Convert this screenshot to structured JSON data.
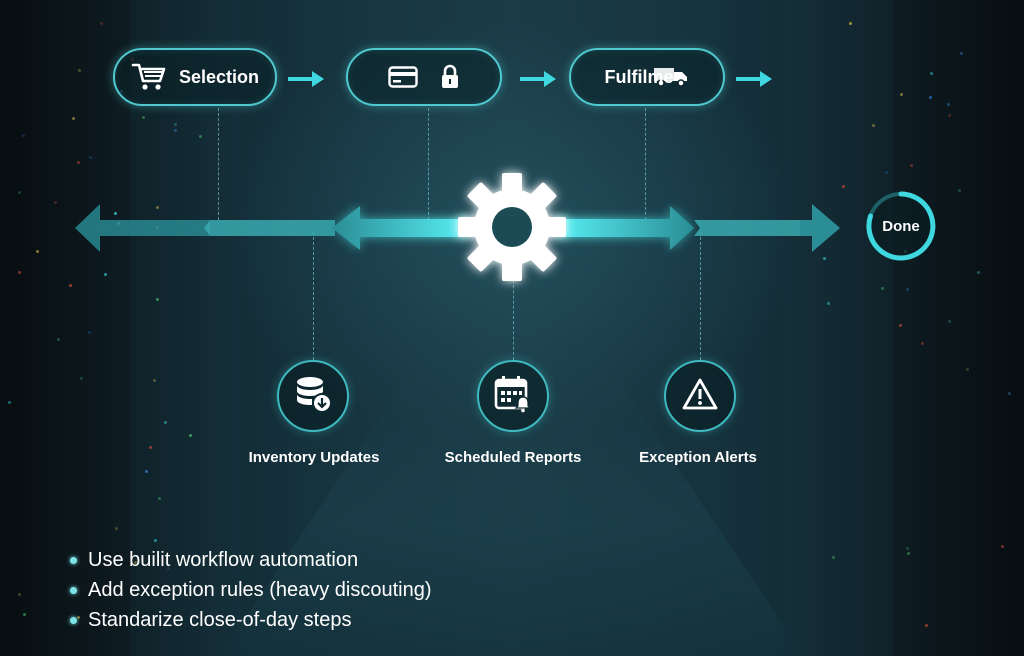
{
  "colors": {
    "accent": "#3fd8e0",
    "accent_dim": "#4fc9cf",
    "text": "#ffffff",
    "background": "#0b1a20"
  },
  "pipeline": {
    "steps": [
      {
        "label": "Selection",
        "icon": "cart-icon"
      },
      {
        "label": "",
        "icons": [
          "credit-card-icon",
          "lock-icon"
        ]
      },
      {
        "label": "Fulfilme",
        "icon": "truck-icon"
      }
    ],
    "hub_icon": "gear-icon",
    "done_label": "Done"
  },
  "features": [
    {
      "label": "Inventory Updates",
      "icon": "database-download-icon"
    },
    {
      "label": "Scheduled Reports",
      "icon": "calendar-bell-icon"
    },
    {
      "label": "Exception Alerts",
      "icon": "warning-triangle-icon"
    }
  ],
  "bullets": [
    "Use builit workflow automation",
    "Add exception rules (heavy discouting)",
    "Standarize close-of-day steps"
  ]
}
